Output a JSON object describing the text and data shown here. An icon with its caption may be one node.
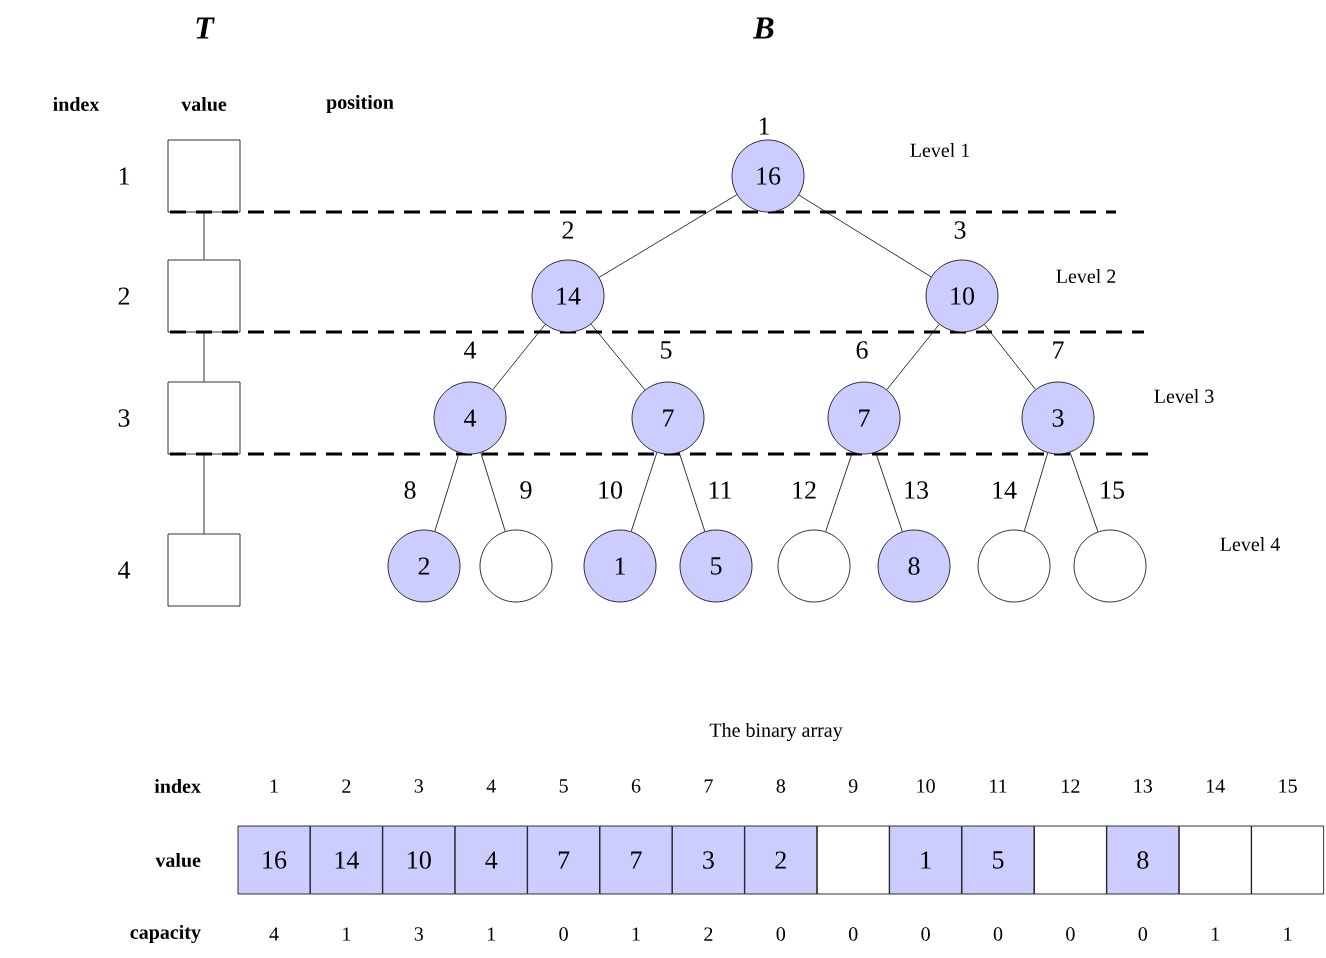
{
  "diagram": {
    "nodes": [
      {
        "text": [],
        "shape": "box",
        "beside": [
          "1"
        ]
      },
      {
        "text": [],
        "shape": "box",
        "beside": [
          "2"
        ]
      },
      {
        "text": [],
        "shape": "box",
        "beside": [
          "3"
        ]
      },
      {
        "text": [],
        "shape": "box",
        "beside": [
          "4"
        ]
      },
      {
        "text": [
          "16"
        ],
        "beside": [
          "1"
        ]
      },
      {
        "text": [
          "14"
        ],
        "beside": [
          "2"
        ]
      },
      {
        "text": [
          "10"
        ],
        "beside": [
          "3"
        ]
      },
      {
        "text": [
          "4"
        ],
        "beside": [
          "4"
        ]
      },
      {
        "text": [
          "7"
        ],
        "beside": [
          "5"
        ]
      },
      {
        "text": [
          "7"
        ],
        "beside": [
          "6"
        ]
      },
      {
        "text": [
          "3"
        ],
        "beside": [
          "7"
        ]
      },
      {
        "text": [
          "2"
        ],
        "beside": [
          "8"
        ]
      },
      {
        "text": [],
        "shape": "circle",
        "beside": [
          "9"
        ]
      },
      {
        "text": [
          "1"
        ],
        "beside": [
          "10"
        ]
      },
      {
        "text": [
          "5"
        ],
        "beside": [
          "11"
        ]
      },
      {
        "text": [],
        "shape": "circle",
        "beside": [
          "12"
        ]
      },
      {
        "text": [
          "8"
        ],
        "beside": [
          "13"
        ]
      },
      {
        "text": [],
        "shape": "circle",
        "beside": [
          "14"
        ]
      },
      {
        "text": [],
        "shape": "circle",
        "beside": [
          "15"
        ]
      },
      {
        "text": [
          "16"
        ]
      },
      {
        "text": [
          "14"
        ]
      },
      {
        "text": [
          "10"
        ]
      },
      {
        "text": [
          "4"
        ]
      },
      {
        "text": [
          "7"
        ]
      },
      {
        "text": [
          "7"
        ]
      },
      {
        "text": [
          "3"
        ]
      },
      {
        "text": [
          "2"
        ]
      },
      {
        "text": [],
        "shape": "box"
      },
      {
        "text": [
          "1"
        ]
      },
      {
        "text": [
          "5"
        ]
      },
      {
        "text": [],
        "shape": "box"
      },
      {
        "text": [
          "8"
        ]
      },
      {
        "text": [],
        "shape": "box"
      },
      {
        "text": [],
        "shape": "box"
      }
    ],
    "edges": [
      {
        "from": 0,
        "to": 1,
        "arrow": "none"
      },
      {
        "from": 1,
        "to": 2,
        "arrow": "none"
      },
      {
        "from": 2,
        "to": 3,
        "arrow": "none"
      },
      {
        "from": 4,
        "to": 5,
        "arrow": "none"
      },
      {
        "from": 4,
        "to": 6,
        "arrow": "none"
      },
      {
        "from": 5,
        "to": 7,
        "arrow": "none"
      },
      {
        "from": 5,
        "to": 8,
        "arrow": "none"
      },
      {
        "from": 6,
        "to": 9,
        "arrow": "none"
      },
      {
        "from": 6,
        "to": 10,
        "arrow": "none"
      },
      {
        "from": 7,
        "to": 11,
        "arrow": "none"
      },
      {
        "from": 7,
        "to": 12,
        "arrow": "none"
      },
      {
        "from": 8,
        "to": 13,
        "arrow": "none"
      },
      {
        "from": 8,
        "to": 14,
        "arrow": "none"
      },
      {
        "from": 9,
        "to": 15,
        "arrow": "none"
      },
      {
        "from": 9,
        "to": 16,
        "arrow": "none"
      },
      {
        "from": 10,
        "to": 17,
        "arrow": "none"
      },
      {
        "from": 10,
        "to": 18,
        "arrow": "none"
      }
    ],
    "labels": [
      "T",
      "B",
      "index",
      "value",
      "position",
      "Level 1",
      "Level 2",
      "Level 3",
      "Level 4",
      "The binary array",
      "index",
      "1",
      "2",
      "3",
      "4",
      "5",
      "6",
      "7",
      "8",
      "9",
      "10",
      "11",
      "12",
      "13",
      "14",
      "15",
      "value",
      "capacity",
      "4",
      "1",
      "3",
      "1",
      "0",
      "1",
      "2",
      "0",
      "0",
      "0",
      "0",
      "0",
      "0",
      "1",
      "1"
    ]
  }
}
